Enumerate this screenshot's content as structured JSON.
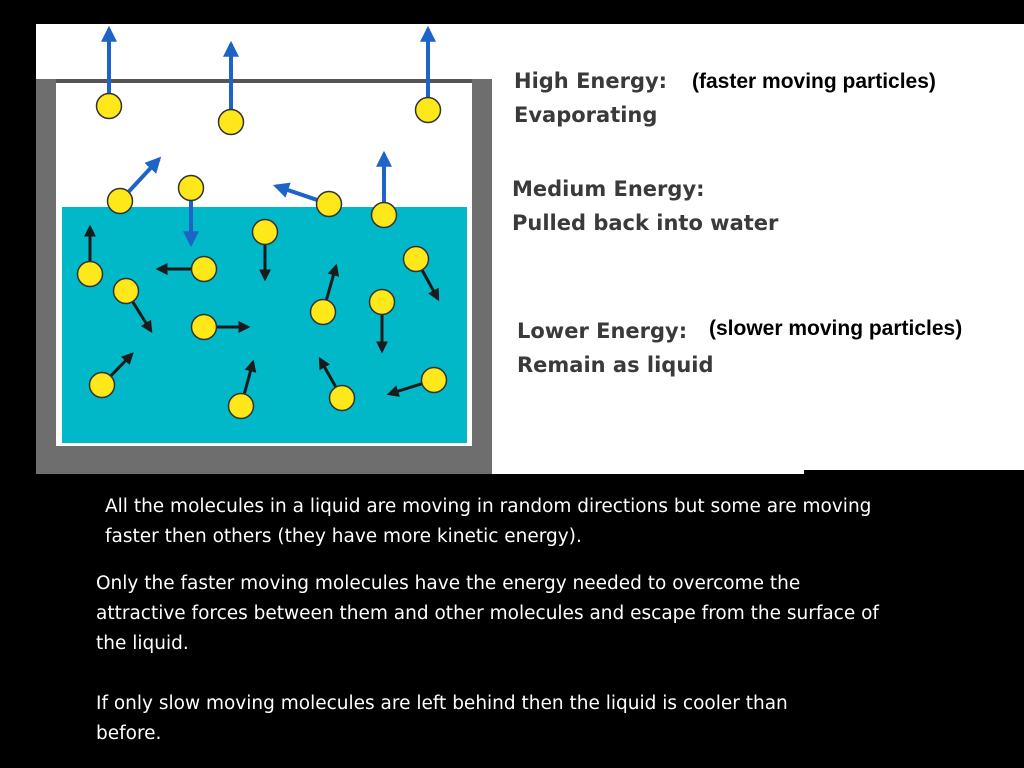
{
  "labels": {
    "high": {
      "title": "High Energy:",
      "desc": "Evaporating",
      "note": "(faster moving  particles)"
    },
    "medium": {
      "title": "Medium Energy:",
      "desc": "Pulled back into water"
    },
    "low": {
      "title": "Lower Energy:",
      "desc": "Remain as liquid",
      "note": "(slower moving  particles)"
    }
  },
  "paragraphs": [
    "All the molecules in a liquid are moving in random directions but some are moving faster then others (they have more kinetic energy).",
    "Only the faster moving molecules have the energy needed to overcome the attractive forces between them and other molecules and escape from the surface of the liquid.",
    "If only slow moving molecules are left behind then the liquid is cooler than before."
  ],
  "colors": {
    "panel": "#ffffff",
    "water": "#00b8c8",
    "container_wall": "#6e6e6e",
    "molecule": "#ffe81a",
    "arrow_high_energy": "#1e64c8",
    "arrow_low_energy": "#1a1a1a"
  }
}
